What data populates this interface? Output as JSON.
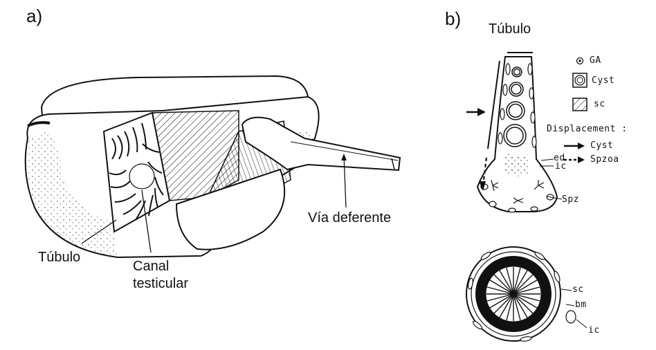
{
  "panel_a": {
    "label": "a)",
    "labels": {
      "tubulo": "Túbulo",
      "canal_line1": "Canal",
      "canal_line2": "testicular",
      "via": "Vía deferente"
    }
  },
  "panel_b": {
    "label": "b)",
    "title": "Túbulo",
    "legend": {
      "ga": "GA",
      "cyst": "Cyst",
      "sc": "sc",
      "displacement": "Displacement :",
      "cyst_arrow": "Cyst",
      "spzoa_arrow": "Spzoa"
    },
    "annotations": {
      "ed": "ed",
      "ic": "ic",
      "spz": "Spz",
      "sc": "sc",
      "bm": "bm",
      "ic2": "ic"
    }
  }
}
